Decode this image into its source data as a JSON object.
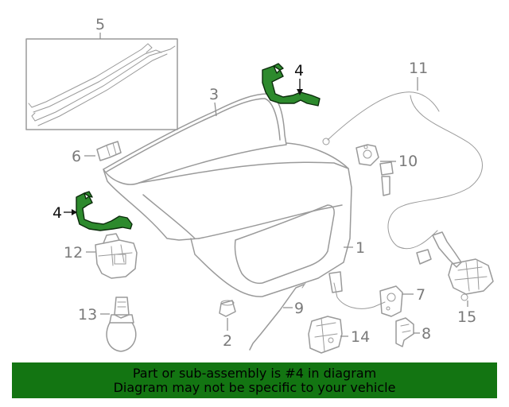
{
  "callouts": {
    "c1": "1",
    "c2": "2",
    "c3": "3",
    "c4a": "4",
    "c4b": "4",
    "c5": "5",
    "c6": "6",
    "c7": "7",
    "c8": "8",
    "c9": "9",
    "c10": "10",
    "c11": "11",
    "c12": "12",
    "c13": "13",
    "c14": "14",
    "c15": "15"
  },
  "highlighted_part": "4",
  "colors": {
    "highlight": "#2d8a2d",
    "banner": "#137512",
    "line": "#9a9a9a"
  },
  "banner": {
    "line1": "Part or sub-assembly is #4 in diagram",
    "line2": "Diagram may not be specific to your vehicle"
  }
}
